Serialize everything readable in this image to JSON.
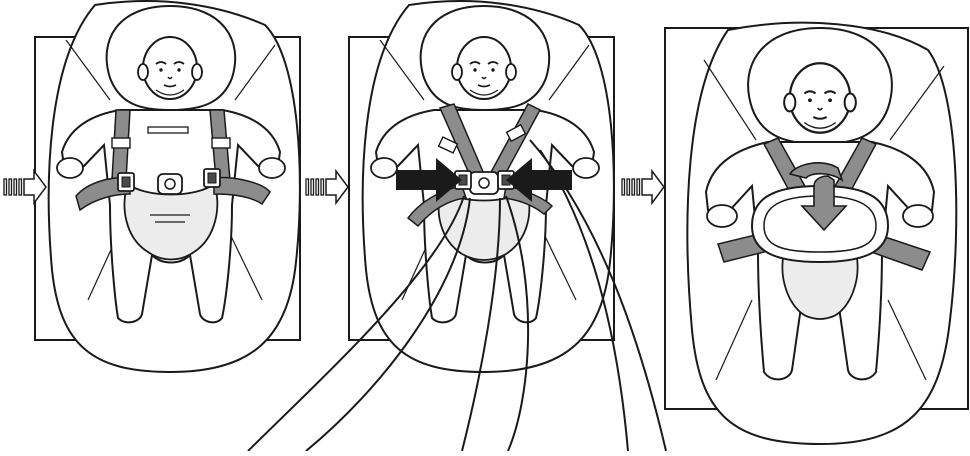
{
  "diagram": {
    "steps": [
      {
        "id": "step-1",
        "action": "open-harness"
      },
      {
        "id": "step-2",
        "action": "insert-buckles"
      },
      {
        "id": "step-3",
        "action": "fold-tray-down"
      }
    ],
    "arrows": [
      "step-arrow",
      "step-arrow",
      "step-arrow"
    ],
    "colors": {
      "line": "#1a1a1a",
      "strap": "#8c8c8c",
      "strap_dark": "#6e6e6e",
      "pad": "#ececec",
      "solid_arrow": "#1a1a1a",
      "background": "#ffffff"
    },
    "icons": [
      "baby-figure",
      "car-seat-shell",
      "harness-straps",
      "buckle",
      "push-arrow",
      "rotate-arrow"
    ]
  }
}
